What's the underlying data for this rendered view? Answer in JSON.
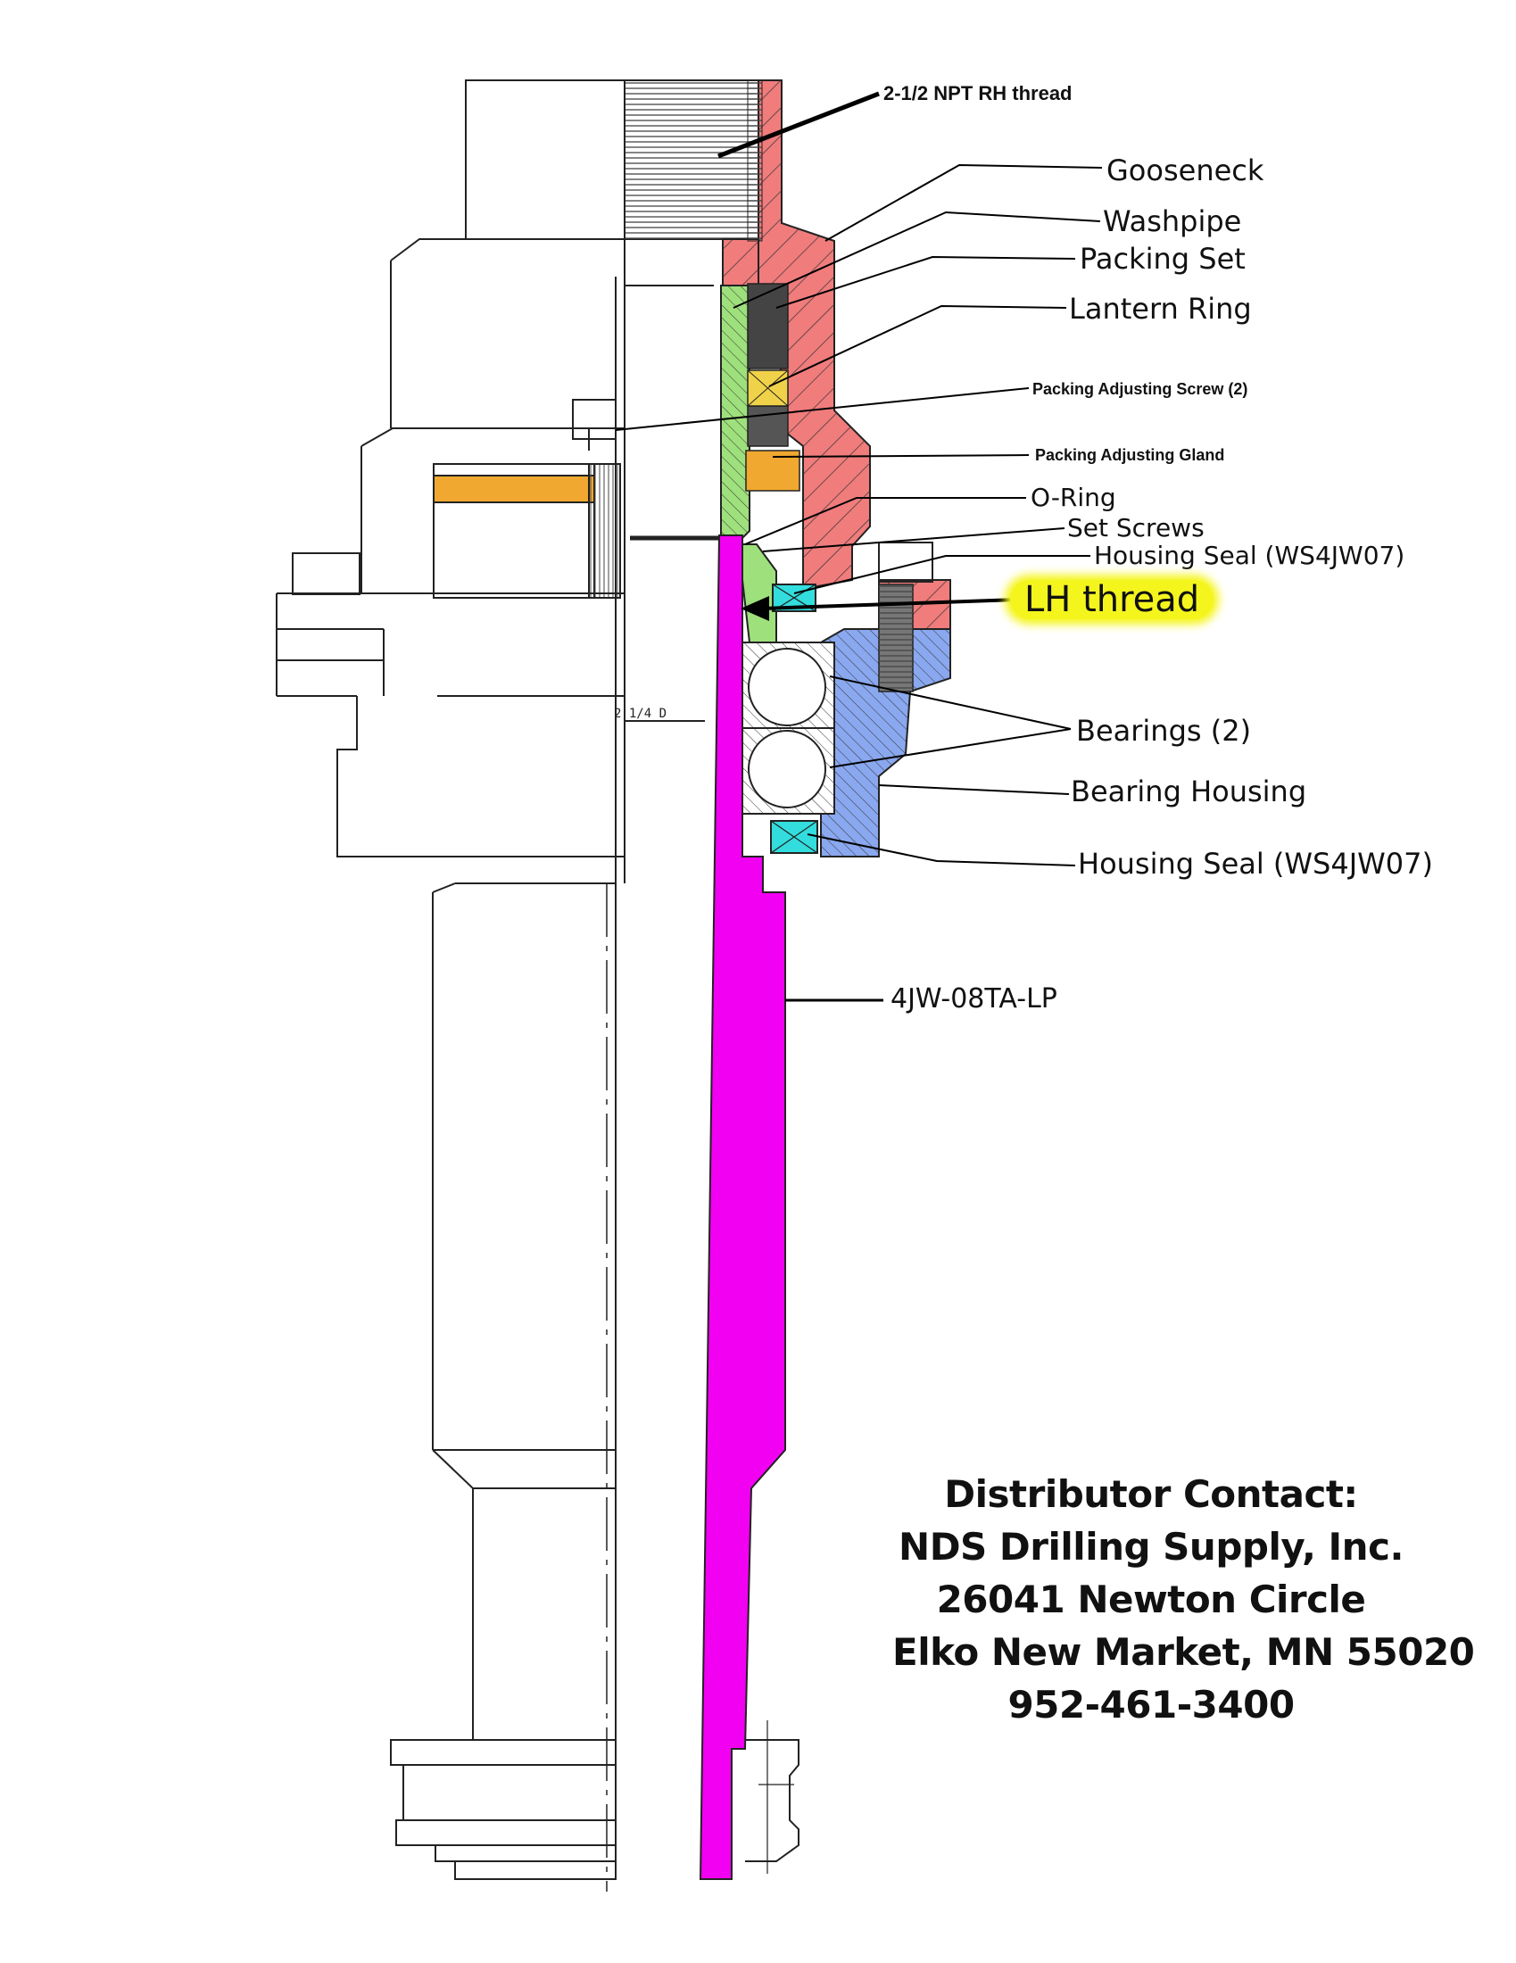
{
  "labels": {
    "npt_thread": "2-1/2 NPT RH thread",
    "gooseneck": "Gooseneck",
    "washpipe": "Washpipe",
    "packing_set": "Packing Set",
    "lantern_ring": "Lantern Ring",
    "packing_adjusting_screw": "Packing Adjusting Screw (2)",
    "packing_adjusting_gland": "Packing Adjusting Gland",
    "o_ring": "O-Ring",
    "set_screws": "Set Screws",
    "housing_seal_top": "Housing Seal (WS4JW07)",
    "lh_thread": "LH thread",
    "bearings": "Bearings (2)",
    "bearing_housing": "Bearing Housing",
    "housing_seal_bottom": "Housing Seal (WS4JW07)",
    "part_number": "4JW-08TA-LP",
    "dimension": "2 1/4  D"
  },
  "contact": {
    "heading": "Distributor Contact:",
    "company": "NDS Drilling Supply, Inc.",
    "street": "26041 Newton Circle",
    "city": "Elko New Market, MN 55020",
    "phone": "952-461-3400"
  },
  "colors": {
    "gooseneck": "#f07c7c",
    "packing": "#9ee07c",
    "bearing_housing": "#8aa8ef",
    "washpipe": "#f200f2",
    "gland": "#f0a830",
    "seal": "#33dddd",
    "lantern": "#f0d24a",
    "highlight": "#f5f51e"
  }
}
